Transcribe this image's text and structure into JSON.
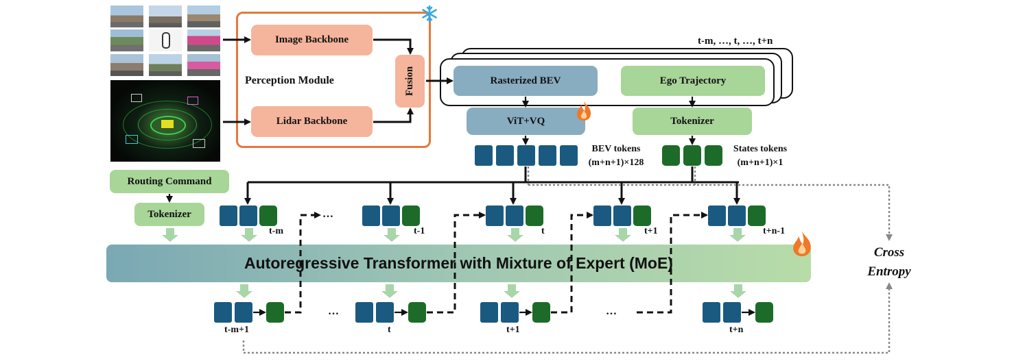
{
  "perception": {
    "image_backbone": "Image Backbone",
    "lidar_backbone": "Lidar Backbone",
    "fusion": "Fusion",
    "module_label": "Perception Module"
  },
  "bev": {
    "timesteps": "t-m, …, t, …, t+n",
    "rasterized": "Rasterized BEV",
    "ego": "Ego Trajectory",
    "vitvq": "ViT+VQ",
    "tokenizer": "Tokenizer",
    "bev_tokens_label": "BEV tokens",
    "bev_tokens_dim": "(m+n+1)×128",
    "states_tokens_label": "States tokens",
    "states_tokens_dim": "(m+n+1)×1"
  },
  "routing": {
    "command": "Routing Command",
    "tokenizer": "Tokenizer"
  },
  "transformer": {
    "label": "Autoregressive Transformer with Mixture of Expert (MoE)"
  },
  "loss": {
    "line1": "Cross",
    "line2": "Entropy"
  },
  "input_steps": [
    "t-m",
    "t-1",
    "t",
    "t+1",
    "t+n-1"
  ],
  "output_steps": [
    "t-m+1",
    "t",
    "t+1",
    "t+n"
  ],
  "ellipsis": "…",
  "icons": [
    "snowflake-icon",
    "flame-icon"
  ],
  "colors": {
    "perception_border": "#e8763a",
    "backbone_fill": "#f5b49c",
    "bev_fill": "#88acc0",
    "ego_fill": "#a8d598",
    "bev_token": "#1a5a80",
    "state_token": "#1d6b29",
    "transformer_from": "#7aa8b4",
    "transformer_to": "#b8dca8"
  }
}
